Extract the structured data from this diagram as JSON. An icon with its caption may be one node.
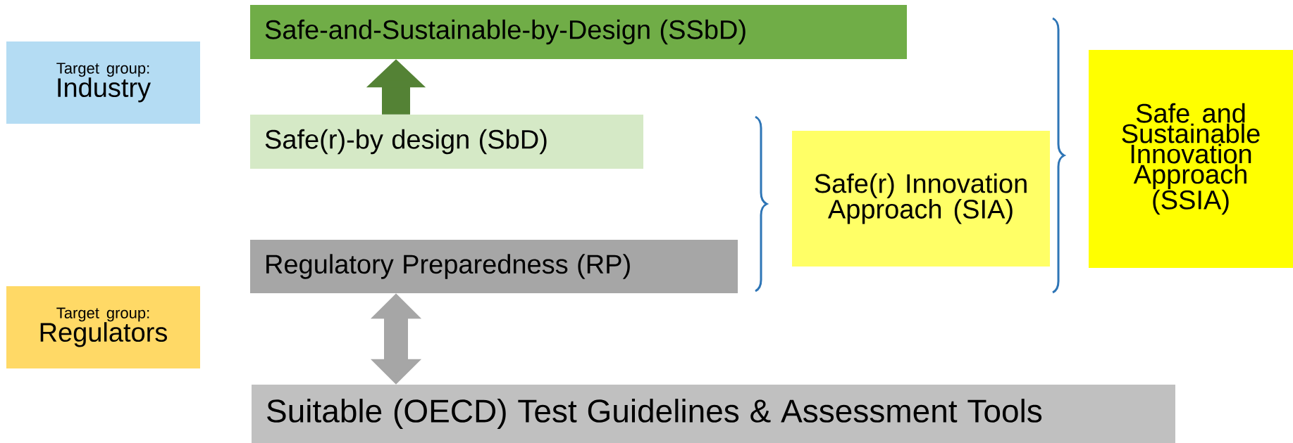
{
  "diagram": {
    "nodes": [
      {
        "text": [
          "Target group:",
          "Industry"
        ]
      },
      {
        "text": [
          "Safe-and-Sustainable-by-Design (SSbD)"
        ]
      },
      {
        "text": [
          "Safe(r)-by design (SbD)"
        ]
      },
      {
        "text": [
          "Regulatory Preparedness (RP)"
        ]
      },
      {
        "text": [
          "Target group:",
          "Regulators"
        ]
      },
      {
        "text": [
          "Suitable (OECD) Test Guidelines & Assessment Tools"
        ]
      },
      {
        "text": [
          "Safe(r) Innovation Approach (SIA)"
        ]
      },
      {
        "text": [
          "Safe and Sustainable Innovation Approach (SSIA)"
        ]
      }
    ],
    "edges": [
      {
        "from": 2,
        "to": 1,
        "arrow": "to",
        "color": "#548235"
      },
      {
        "from": 3,
        "to": 5,
        "arrow": "both",
        "color": "#a6a6a6"
      }
    ]
  }
}
